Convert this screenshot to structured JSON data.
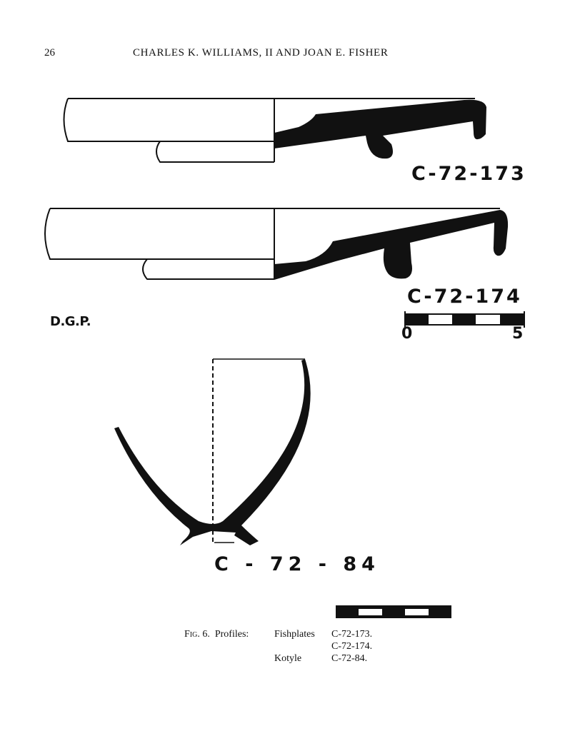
{
  "header": {
    "page_number": "26",
    "running_title": "CHARLES K. WILLIAMS, II AND JOAN E. FISHER"
  },
  "figure": {
    "profiles": [
      {
        "label": "C-72-173"
      },
      {
        "label": "C-72-174"
      },
      {
        "label": "C - 72 - 84"
      }
    ],
    "draftsman_initials": "D.G.P.",
    "scale": {
      "start": "0",
      "end": "5"
    }
  },
  "caption": {
    "fig_label": "Fig. 6.",
    "title": "Profiles:",
    "entries": [
      {
        "type": "Fishplates",
        "id": "C-72-173."
      },
      {
        "type": "",
        "id": "C-72-174."
      },
      {
        "type": "Kotyle",
        "id": "C-72-84."
      }
    ]
  }
}
